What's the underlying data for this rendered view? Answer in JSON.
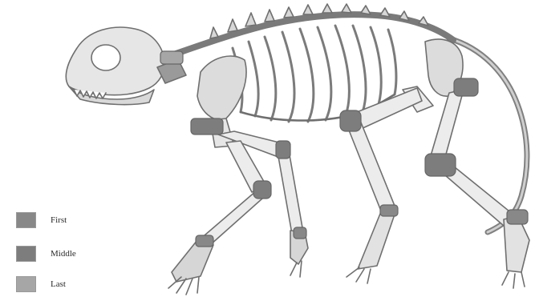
{
  "colors": {
    "background": "#ffffff",
    "bone_fill": "#e9e9e9",
    "bone_outline": "#6f6f6f",
    "dark_bone": "#8e8e8e",
    "first": "#888888",
    "middle": "#7d7d7d",
    "last": "#a6a6a6"
  },
  "legend": [
    {
      "label": "First",
      "color": "#888888"
    },
    {
      "label": "Middle",
      "color": "#7d7d7d"
    },
    {
      "label": "Last",
      "color": "#a6a6a6"
    }
  ]
}
